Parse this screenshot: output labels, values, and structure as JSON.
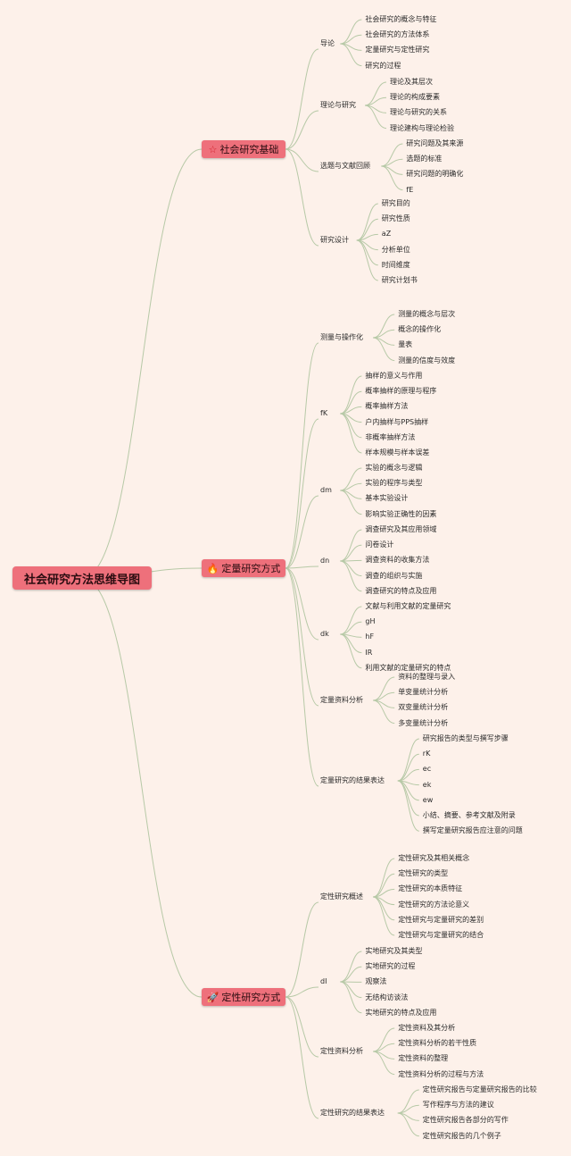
{
  "root": "社会研究方法思维导图",
  "colors": {
    "background": "#fdf1ea",
    "node_fill": "#ee707b",
    "branch_line": "#b7c9a7"
  },
  "branches": [
    {
      "label": "社会研究基础",
      "icon": "star-outline-icon",
      "glyph": "☆",
      "icon_color": "#d0202b",
      "children": [
        {
          "label": "导论",
          "children": [
            "社会研究的概念与特征",
            "社会研究的方法体系",
            "定量研究与定性研究",
            "研究的过程"
          ]
        },
        {
          "label": "理论与研究",
          "children": [
            "理论及其层次",
            "理论的构成要素",
            "理论与研究的关系",
            "理论建构与理论检验"
          ]
        },
        {
          "label": "选题与文献回顾",
          "children": [
            "研究问题及其来源",
            "选题的标准",
            "研究问题的明确化",
            "fE"
          ]
        },
        {
          "label": "研究设计",
          "children": [
            "研究目的",
            "研究性质",
            "aZ",
            "分析单位",
            "时间维度",
            "研究计划书"
          ]
        }
      ]
    },
    {
      "label": "定量研究方式",
      "icon": "fire-icon",
      "glyph": "🔥",
      "icon_color": "#e0401c",
      "children": [
        {
          "label": "测量与操作化",
          "children": [
            "测量的概念与层次",
            "概念的操作化",
            "量表",
            "测量的信度与效度"
          ]
        },
        {
          "label": "fK",
          "children": [
            "抽样的意义与作用",
            "概率抽样的原理与程序",
            "概率抽样方法",
            "户内抽样与PPS抽样",
            "非概率抽样方法",
            "样本规模与样本误差"
          ]
        },
        {
          "label": "dm",
          "children": [
            "实验的概念与逻辑",
            "实验的程序与类型",
            "基本实验设计",
            "影响实验正确性的因素"
          ]
        },
        {
          "label": "dn",
          "children": [
            "调查研究及其应用领域",
            "问卷设计",
            "调查资料的收集方法",
            "调查的组织与实施",
            "调查研究的特点及应用"
          ]
        },
        {
          "label": "dk",
          "children": [
            "文献与利用文献的定量研究",
            "gH",
            "hF",
            "IR",
            "利用文献的定量研究的特点"
          ]
        },
        {
          "label": "定量资料分析",
          "children": [
            "资料的整理与录入",
            "单变量统计分析",
            "双变量统计分析",
            "多变量统计分析"
          ]
        },
        {
          "label": "定量研究的结果表达",
          "children": [
            "研究报告的类型与撰写步骤",
            "rK",
            "ec",
            "ek",
            "ew",
            "小结、摘要、参考文献及附录",
            "撰写定量研究报告应注意的问题"
          ]
        }
      ]
    },
    {
      "label": "定性研究方式",
      "icon": "rocket-icon",
      "glyph": "🚀",
      "icon_color": "#4a6fb0",
      "children": [
        {
          "label": "定性研究概述",
          "children": [
            "定性研究及其相关概念",
            "定性研究的类型",
            "定性研究的本质特征",
            "定性研究的方法论意义",
            "定性研究与定量研究的差别",
            "定性研究与定量研究的结合"
          ]
        },
        {
          "label": "dI",
          "children": [
            "实地研究及其类型",
            "实地研究的过程",
            "观察法",
            "无结构访谈法",
            "实地研究的特点及应用"
          ]
        },
        {
          "label": "定性资料分析",
          "children": [
            "定性资料及其分析",
            "定性资料分析的若干性质",
            "定性资料的整理",
            "定性资料分析的过程与方法"
          ]
        },
        {
          "label": "定性研究的结果表达",
          "children": [
            "定性研究报告与定量研究报告的比较",
            "写作程序与方法的建议",
            "定性研究报告各部分的写作",
            "定性研究报告的几个例子"
          ]
        }
      ]
    }
  ]
}
